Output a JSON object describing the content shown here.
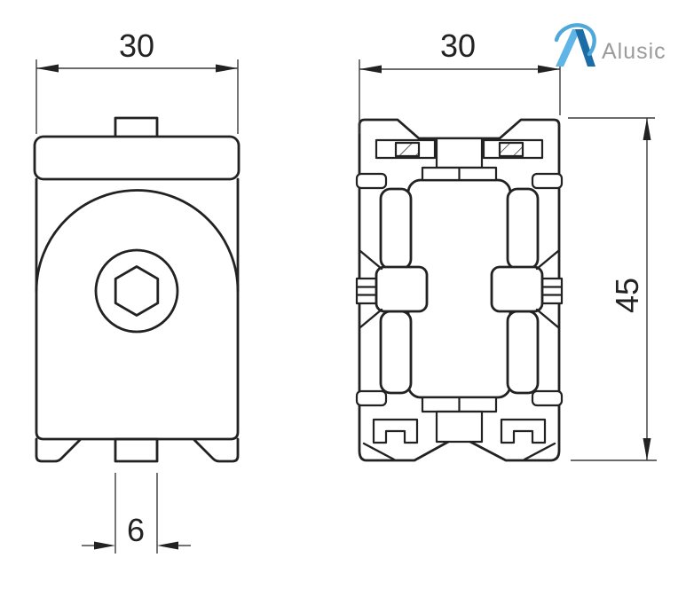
{
  "drawing": {
    "background": "#ffffff",
    "line_color": "#222222",
    "dimensions": {
      "front_width": "30",
      "section_width": "30",
      "section_height": "45",
      "tab_width": "6"
    },
    "logo": {
      "text": "Alusic",
      "light_blue": "#5FB5E6",
      "dark_blue": "#1C6DA7",
      "text_color": "#9B9B9B"
    }
  }
}
